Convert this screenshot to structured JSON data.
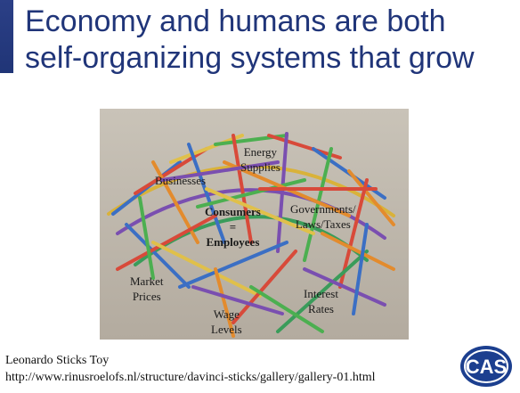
{
  "slide": {
    "title_line1": "Economy and humans are both",
    "title_line2": "self-organizing systems that grow"
  },
  "photo": {
    "labels": {
      "energy": "Energy\nSupplies",
      "businesses": "Businesses",
      "consumers": "Consumers\n=\nEmployees",
      "governments": "Governments/\nLaws/Taxes",
      "market": "Market\nPrices",
      "wage": "Wage\nLevels",
      "interest": "Interest\nRates"
    }
  },
  "caption": {
    "line1": "Leonardo Sticks Toy",
    "line2": "http://www.rinusroelofs.nl/structure/davinci-sticks/gallery/gallery-01.html"
  },
  "logo": {
    "text": "CAS",
    "colors": {
      "ring": "#1c3f8f",
      "text": "#ffffff"
    }
  }
}
